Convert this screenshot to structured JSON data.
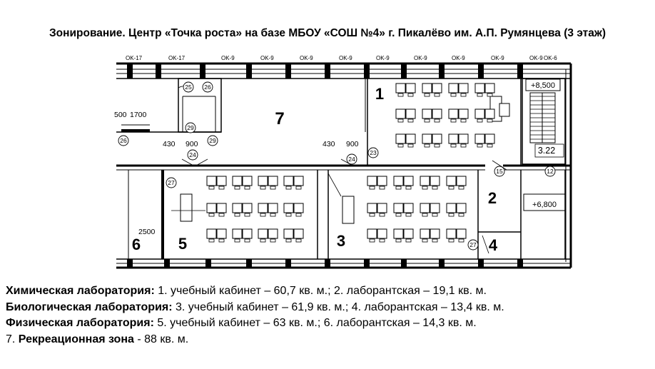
{
  "title": "Зонирование. Центр «Точка роста» на базе МБОУ «СОШ №4» г. Пикалёво им. А.П. Румянцева (3 этаж)",
  "plan": {
    "rooms": [
      {
        "id": "1",
        "label": "1"
      },
      {
        "id": "2",
        "label": "2"
      },
      {
        "id": "3",
        "label": "3"
      },
      {
        "id": "4",
        "label": "4"
      },
      {
        "id": "5",
        "label": "5"
      },
      {
        "id": "6",
        "label": "6"
      },
      {
        "id": "7",
        "label": "7"
      }
    ],
    "window_labels": [
      "OK-17",
      "OK-17",
      "OK-9",
      "OK-9",
      "OK-9",
      "OK-9",
      "OK-9",
      "OK-9",
      "OK-9",
      "OK-9",
      "OK-9",
      "OK-6"
    ],
    "elevations": {
      "stair": "+8,500",
      "floor": "+6,800"
    },
    "stair_ref": "3.22",
    "dimensions": {
      "d1": "500",
      "d2": "1700",
      "d3": "430",
      "d4": "900",
      "d5": "430",
      "d6": "900",
      "d7": "2500"
    },
    "markers": {
      "m25": "25",
      "m26a": "26",
      "m29a": "29",
      "m29b": "29",
      "m26b": "26",
      "m24a": "24",
      "m27a": "27",
      "m24b": "24",
      "m23": "23",
      "m15": "15",
      "m12": "12",
      "m27b": "27"
    }
  },
  "legend": {
    "chem": {
      "label": "Химическая лаборатория:",
      "text": " 1. учебный кабинет – 60,7 кв. м.; 2. лаборантская – 19,1 кв. м."
    },
    "bio": {
      "label": "Биологическая лаборатория:",
      "text": " 3. учебный кабинет – 61,9 кв. м.; 4. лаборантская – 13,4 кв. м."
    },
    "phys": {
      "label": "Физическая лаборатория:",
      "text": " 5. учебный кабинет – 63 кв. м.; 6. лаборантская – 14,3 кв. м."
    },
    "rec": {
      "prefix": "7. ",
      "label": "Рекреационная зона",
      "text": " - 88 кв. м."
    }
  }
}
